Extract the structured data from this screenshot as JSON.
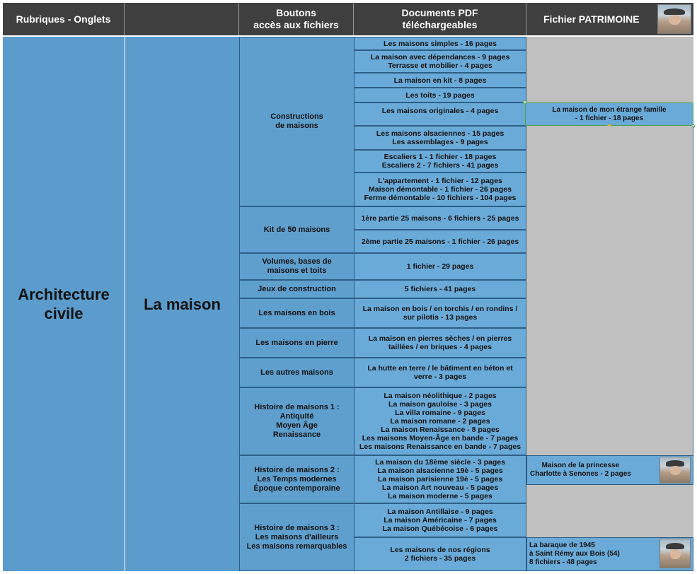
{
  "header": {
    "col1": "Rubriques - Onglets",
    "col2": "",
    "col3": "Boutons\naccès aux fichiers",
    "col4": "Documents PDF\ntéléchargeables",
    "col5": "Fichier PATRIMOINE"
  },
  "rubrique": "Architecture\ncivile",
  "onglet": "La maison",
  "buttons": [
    "Constructions\nde maisons",
    "Kit de 50 maisons",
    "Volumes, bases de\nmaisons et toits",
    "Jeux de construction",
    "Les maisons en bois",
    "Les maisons en pierre",
    "Les autres maisons",
    "Histoire de maisons 1 :\nAntiquité\nMoyen Âge\nRenaissance",
    "Histoire de maisons 2 :\nLes Temps modernes\nÉpoque contemporaine",
    "Histoire de maisons 3 :\nLes maisons d'ailleurs\nLes maisons remarquables"
  ],
  "documents": [
    "Les maisons simples - 16 pages",
    "La maison avec dépendances -  9 pages\nTerrasse et mobilier - 4 pages",
    "La maison en kit - 8 pages",
    "Les toits - 19 pages",
    "Les maisons originales - 4 pages",
    "Les maisons alsaciennes - 15 pages\nLes assemblages - 9 pages",
    "Escaliers 1 - 1 fichier - 18 pages\nEscaliers 2 - 7 fichiers - 41 pages",
    "L'appartement - 1 fichier - 12 pages\nMaison démontable - 1 fichier - 26 pages\nFerme démontable - 10 fichiers - 104 pages",
    "1ère partie  25 maisons - 6 fichiers - 25 pages",
    "2ème partie 25 maisons -  1 fichier - 26 pages",
    "1 fichier - 29 pages",
    "5 fichiers - 41 pages",
    "La maison en bois / en torchis / en rondins /\nsur pilotis - 13 pages",
    "La maison en pierres sèches / en pierres\ntaillées / en briques - 4 pages",
    "La hutte en terre / le bâtiment en béton et\nverre - 3 pages",
    "La maison néolithique - 2 pages\nLa maison gauloise - 3 pages\nLa villa romaine - 9 pages\nLa maison romane - 2 pages\nLa maison Renaissance - 8 pages\nLes maisons Moyen-Âge en bande - 7 pages\nLes maisons Renaissance en bande - 7 pages",
    "La maison du 18ème siècle - 3 pages\nLa maison alsacienne 19è - 5 pages\nLa maison parisienne 19è - 5 pages\nLa maison Art nouveau - 5 pages\nLa maison moderne - 5 pages",
    "La maison Antillaise -  9 pages\nLa maison Américaine - 7 pages\nLa maison Québécoise - 6 pages",
    "Les maisons de nos régions\n2 fichiers - 35 pages"
  ],
  "patrimoine": [
    "La maison de mon étrange famille\n- 1 fichier - 18 pages",
    "Maison de la princesse\nCharlotte à Senones - 2 pages",
    "La baraque de 1945\nà Saint Rémy aux Bois (54)\n8 fichiers - 48 pages"
  ],
  "colors": {
    "header_bg": "#3f3f3f",
    "blue": "#5b9ccc",
    "light_blue": "#6aaad8",
    "grey": "#c0c0c0",
    "border": "#2d5f86"
  },
  "icons": [
    "portrait-thumbnail"
  ]
}
